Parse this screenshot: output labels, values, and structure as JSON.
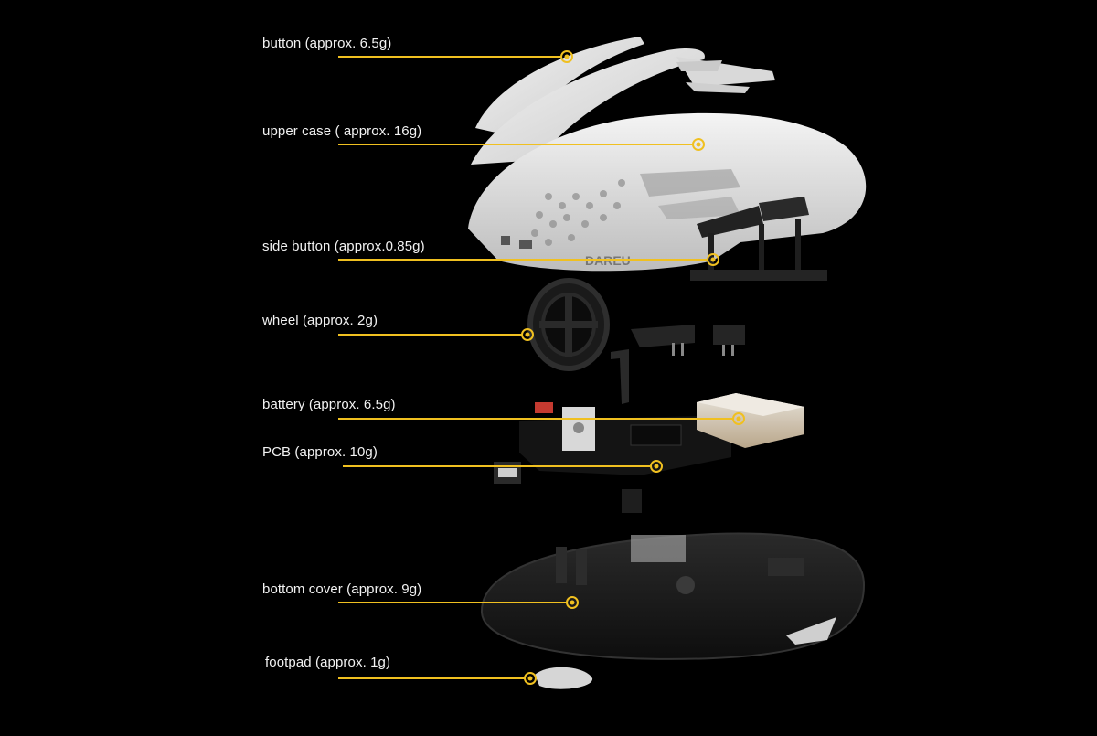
{
  "callouts": [
    {
      "id": "button",
      "text": "button (approx. 6.5g)"
    },
    {
      "id": "upper-case",
      "text": "upper case ( approx. 16g)"
    },
    {
      "id": "side-button",
      "text": "side button (approx.0.85g)"
    },
    {
      "id": "wheel",
      "text": "wheel (approx. 2g)"
    },
    {
      "id": "battery",
      "text": "battery (approx. 6.5g)"
    },
    {
      "id": "pcb",
      "text": "PCB (approx. 10g)"
    },
    {
      "id": "bottom-cover",
      "text": "bottom cover (approx. 9g)"
    },
    {
      "id": "footpad",
      "text": "footpad (approx. 1g)"
    }
  ],
  "brand_text": "DAREU",
  "colors": {
    "background": "#000000",
    "callout_line": "#f0c020",
    "label_text": "#f2f2f2",
    "shell": "#e9e9e9",
    "dark_part": "#1c1c1c"
  }
}
